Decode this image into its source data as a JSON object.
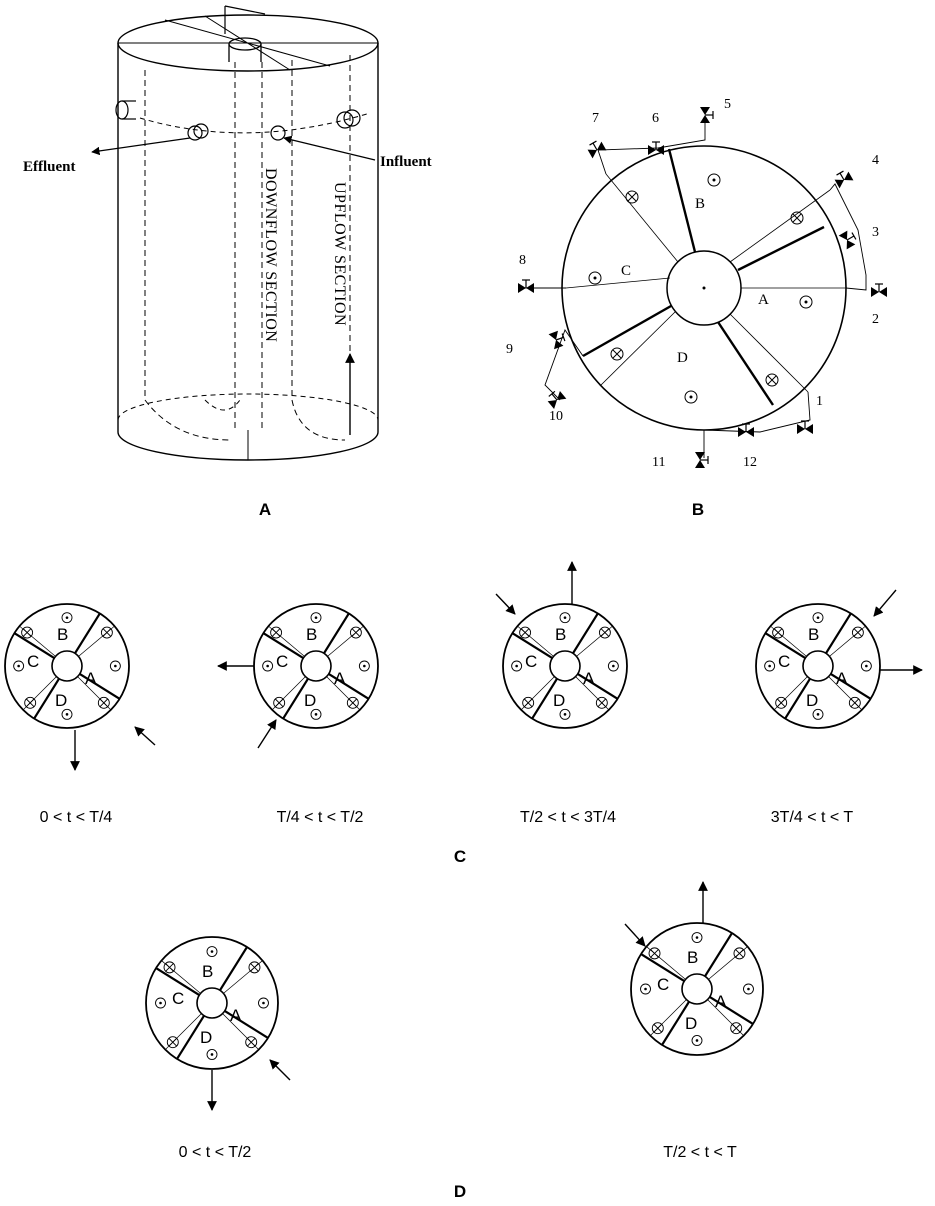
{
  "panels": {
    "a": {
      "label": "A",
      "effluent": "Effluent",
      "influent": "Influent",
      "downflow": "DOWNFLOW SECTION",
      "upflow": "UPFLOW SECTION"
    },
    "b": {
      "label": "B",
      "sectors": [
        "A",
        "B",
        "C",
        "D"
      ],
      "valves": [
        "1",
        "2",
        "3",
        "4",
        "5",
        "6",
        "7",
        "8",
        "9",
        "10",
        "11",
        "12"
      ]
    },
    "c": {
      "label": "C",
      "sectors": [
        "A",
        "B",
        "C",
        "D"
      ],
      "phases": [
        "0 < t < T/4",
        "T/4 < t < T/2",
        "T/2 < t < 3T/4",
        "3T/4 < t < T"
      ]
    },
    "d": {
      "label": "D",
      "sectors": [
        "A",
        "B",
        "C",
        "D"
      ],
      "phases": [
        "0 < t < T/2",
        "T/2 < t < T"
      ]
    }
  }
}
